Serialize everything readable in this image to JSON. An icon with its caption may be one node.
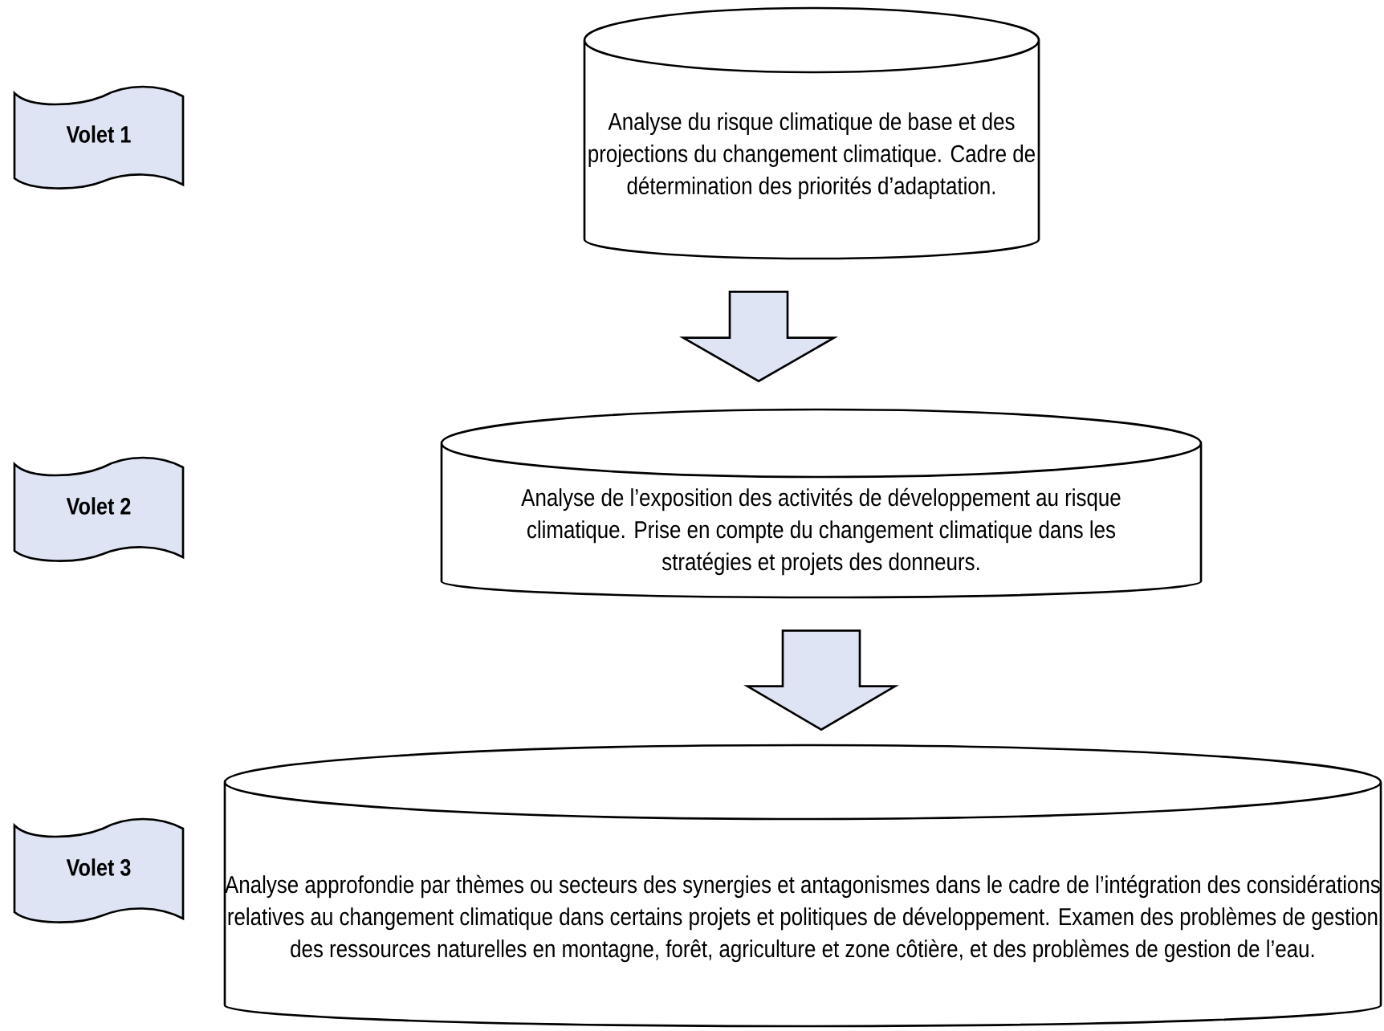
{
  "diagram": {
    "nodes": [
      {
        "text": [
          "Volet 1"
        ]
      },
      {
        "text": [
          "Analyse du risque climatique de base et des projections du changement climatique. Cadre de détermination des priorités d’adaptation."
        ]
      },
      {
        "text": [
          "Volet 2"
        ]
      },
      {
        "text": [
          "Analyse de l’exposition des activités de développement au risque climatique. Prise en compte du changement climatique dans les stratégies et projets des donneurs."
        ]
      },
      {
        "text": [
          "Volet 3"
        ]
      },
      {
        "text": [
          "Analyse approfondie par thèmes ou secteurs des synergies et antagonismes dans le cadre de l’intégration des considérations relatives au changement climatique dans certains projets et politiques de développement. Examen des problèmes de gestion des ressources naturelles en montagne, forêt, agriculture et zone côtière, et des problèmes de gestion de l’eau."
        ]
      }
    ],
    "edges": [
      {
        "from": 1,
        "to": 3,
        "arrow": "to"
      },
      {
        "from": 3,
        "to": 5,
        "arrow": "to"
      }
    ]
  }
}
